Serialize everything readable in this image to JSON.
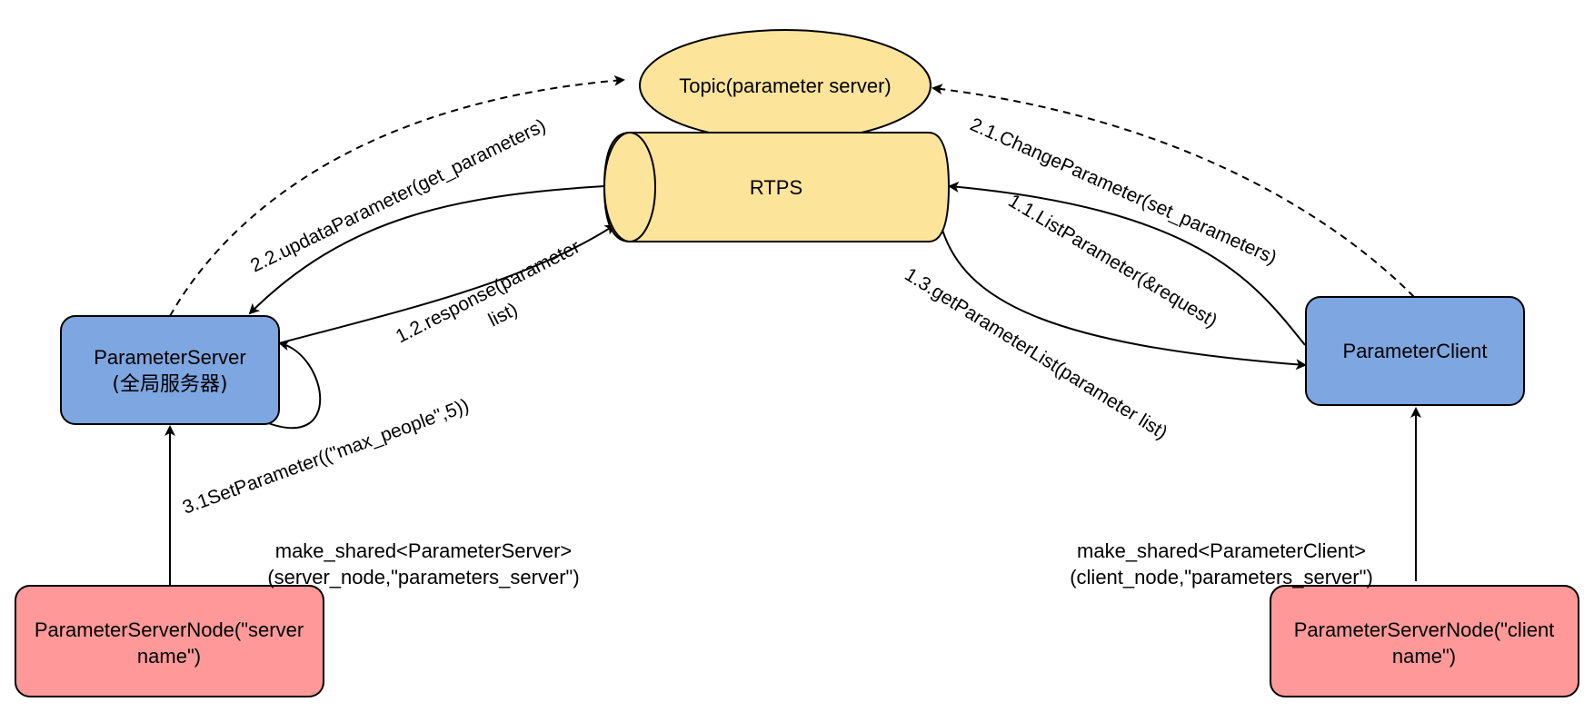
{
  "colors": {
    "topic_fill": "#fde49b",
    "server_fill": "#7ea6e0",
    "node_fill": "#ff9999",
    "stroke": "#000000"
  },
  "nodes": {
    "topic": {
      "label": "Topic(parameter server)"
    },
    "rtps": {
      "label": "RTPS"
    },
    "parameter_server": {
      "line1": "ParameterServer",
      "line2": "(全局服务器)"
    },
    "parameter_client": {
      "label": "ParameterClient"
    },
    "server_node": {
      "line1": "ParameterServerNode(\"server",
      "line2": "name\")"
    },
    "client_node": {
      "line1": "ParameterServerNode(\"client",
      "line2": "name\")"
    }
  },
  "edges": {
    "update_parameter": "2.2.updataParameter(get_parameters)",
    "response_line1": "1.2.response(parameter",
    "response_line2": "list)",
    "set_parameter": "3.1SetParameter((\"max_people\",5))",
    "change_parameter": "2.1.ChangeParameter(set_parameters)",
    "list_parameter": "1.1.ListParameter(&request)",
    "get_parameter_list": "1.3.getParameterList(parameter list)",
    "make_server_line1": "make_shared<ParameterServer>",
    "make_server_line2": "(server_node,\"parameters_server\")",
    "make_client_line1": "make_shared<ParameterClient>",
    "make_client_line2": "(client_node,\"parameters_server\")"
  }
}
